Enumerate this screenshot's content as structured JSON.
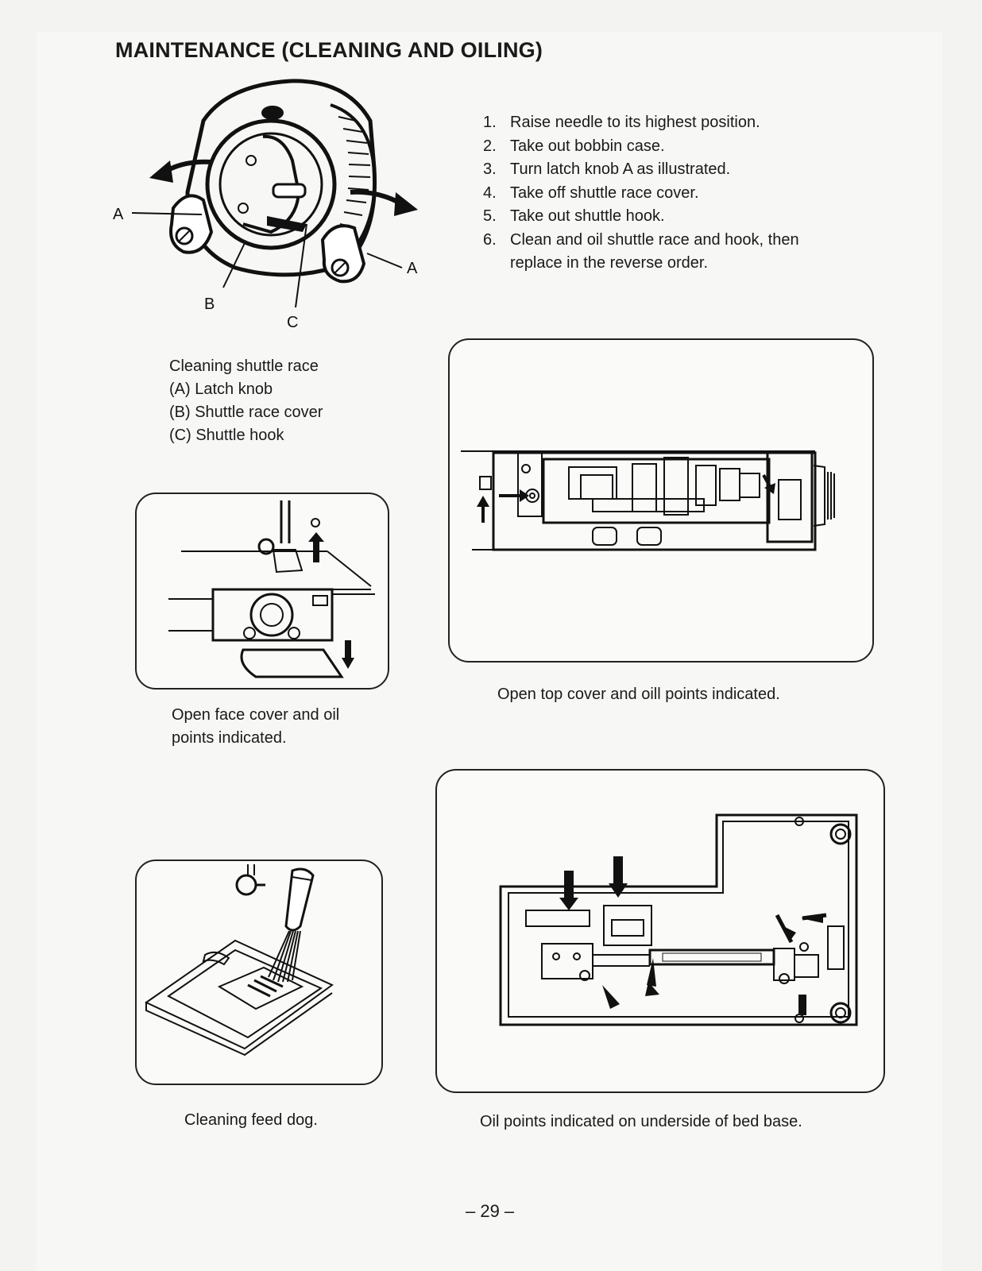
{
  "title": "MAINTENANCE (CLEANING AND OILING)",
  "steps": [
    {
      "num": "1.",
      "text": "Raise needle to its highest position."
    },
    {
      "num": "2.",
      "text": "Take out bobbin case."
    },
    {
      "num": "3.",
      "text": "Turn latch knob A as illustrated."
    },
    {
      "num": "4.",
      "text": "Take off shuttle race cover."
    },
    {
      "num": "5.",
      "text": "Take out shuttle hook."
    },
    {
      "num": "6.",
      "text": "Clean and oil shuttle race and hook, then replace in the reverse order."
    }
  ],
  "shuttle_figure": {
    "labels": {
      "a_left": "A",
      "a_right": "A",
      "b": "B",
      "c": "C"
    },
    "legend": {
      "heading": "Cleaning shuttle race",
      "a": "(A) Latch knob",
      "b": "(B) Shuttle race cover",
      "c": "(C) Shuttle hook"
    }
  },
  "captions": {
    "face_cover": "Open face cover and oil points indicated.",
    "top_cover": "Open top cover and oill points indicated.",
    "feed_dog": "Cleaning feed dog.",
    "bed_base": "Oil points indicated on underside of bed base."
  },
  "page_number": "– 29 –"
}
